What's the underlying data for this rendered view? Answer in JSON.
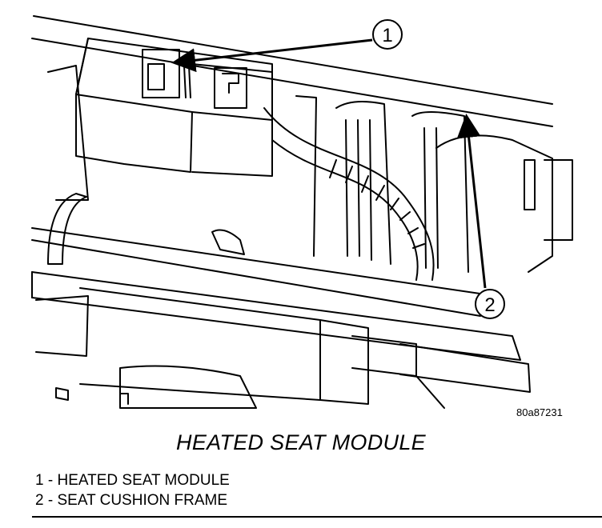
{
  "figure": {
    "caption": "HEATED SEAT MODULE",
    "figure_id": "80a87231",
    "callouts": [
      "1",
      "2"
    ]
  },
  "legend": [
    {
      "number": "1",
      "label": "HEATED SEAT MODULE"
    },
    {
      "number": "2",
      "label": "SEAT CUSHION FRAME"
    }
  ]
}
